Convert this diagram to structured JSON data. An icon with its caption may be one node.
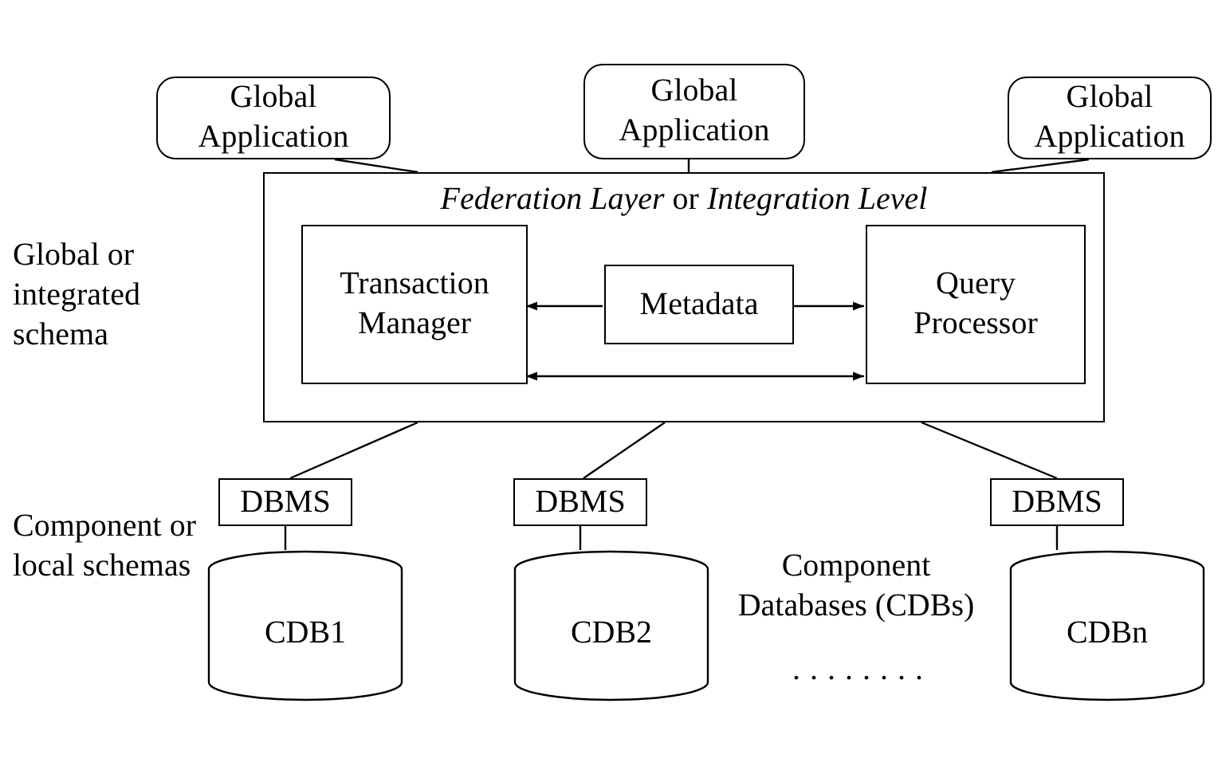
{
  "diagram": {
    "nodes": [
      {
        "text": [
          "Global Application"
        ]
      },
      {
        "text": [
          "Global Application"
        ]
      },
      {
        "text": [
          "Global Application"
        ]
      },
      {
        "text": [
          "*Federation Layer* or *Integration Level*"
        ]
      },
      {
        "text": [
          "Transaction Manager"
        ],
        "in": 3
      },
      {
        "text": [
          "Metadata"
        ],
        "in": 3
      },
      {
        "text": [
          "Query Processor"
        ],
        "in": 3
      },
      {
        "text": [
          "DBMS"
        ]
      },
      {
        "text": [
          "CDB1"
        ]
      },
      {
        "text": [
          "DBMS"
        ]
      },
      {
        "text": [
          "CDB2"
        ]
      },
      {
        "text": [
          "DBMS"
        ]
      },
      {
        "text": [
          "CDBn"
        ]
      }
    ],
    "edges": [
      {
        "from": 0,
        "to": 3,
        "arrow": "none"
      },
      {
        "from": 1,
        "to": 3,
        "arrow": "none"
      },
      {
        "from": 2,
        "to": 3,
        "arrow": "none"
      },
      {
        "from": 5,
        "to": 4,
        "arrow": "to"
      },
      {
        "from": 5,
        "to": 6,
        "arrow": "to"
      },
      {
        "from": 4,
        "to": 6,
        "arrow": "both"
      },
      {
        "from": 3,
        "to": 7,
        "arrow": "none"
      },
      {
        "from": 3,
        "to": 9,
        "arrow": "none"
      },
      {
        "from": 3,
        "to": 11,
        "arrow": "none"
      },
      {
        "from": 7,
        "to": 8,
        "arrow": "none"
      },
      {
        "from": 9,
        "to": 10,
        "arrow": "none"
      },
      {
        "from": 11,
        "to": 12,
        "arrow": "none"
      }
    ],
    "labels": [
      "Global or integrated schema",
      "Component or local schemas",
      "Component Databases (CDBs)",
      "........"
    ]
  }
}
